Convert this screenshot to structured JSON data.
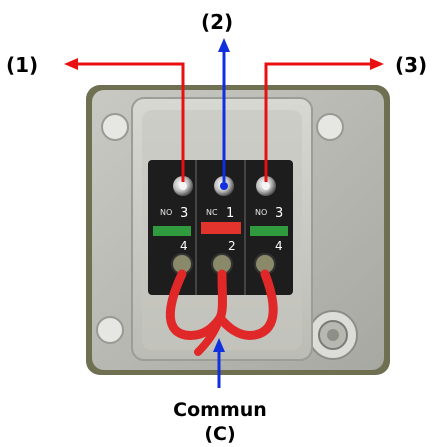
{
  "labels": {
    "terminal_1": "(1)",
    "terminal_2": "(2)",
    "terminal_3": "(3)",
    "common_line1": "Commun",
    "common_line2": "(C)"
  },
  "modules": [
    {
      "contact": "NO",
      "number_top": "3",
      "number_bottom": "4",
      "bar_color": "#2f9a3e"
    },
    {
      "contact": "NC",
      "number_top": "1",
      "number_bottom": "2",
      "bar_color": "#e2342d"
    },
    {
      "contact": "NO",
      "number_top": "3",
      "number_bottom": "4",
      "bar_color": "#2f9a3e"
    }
  ],
  "colors": {
    "arrow_red": "#e81010",
    "arrow_blue": "#1030e0",
    "wire_red": "#e02828"
  }
}
